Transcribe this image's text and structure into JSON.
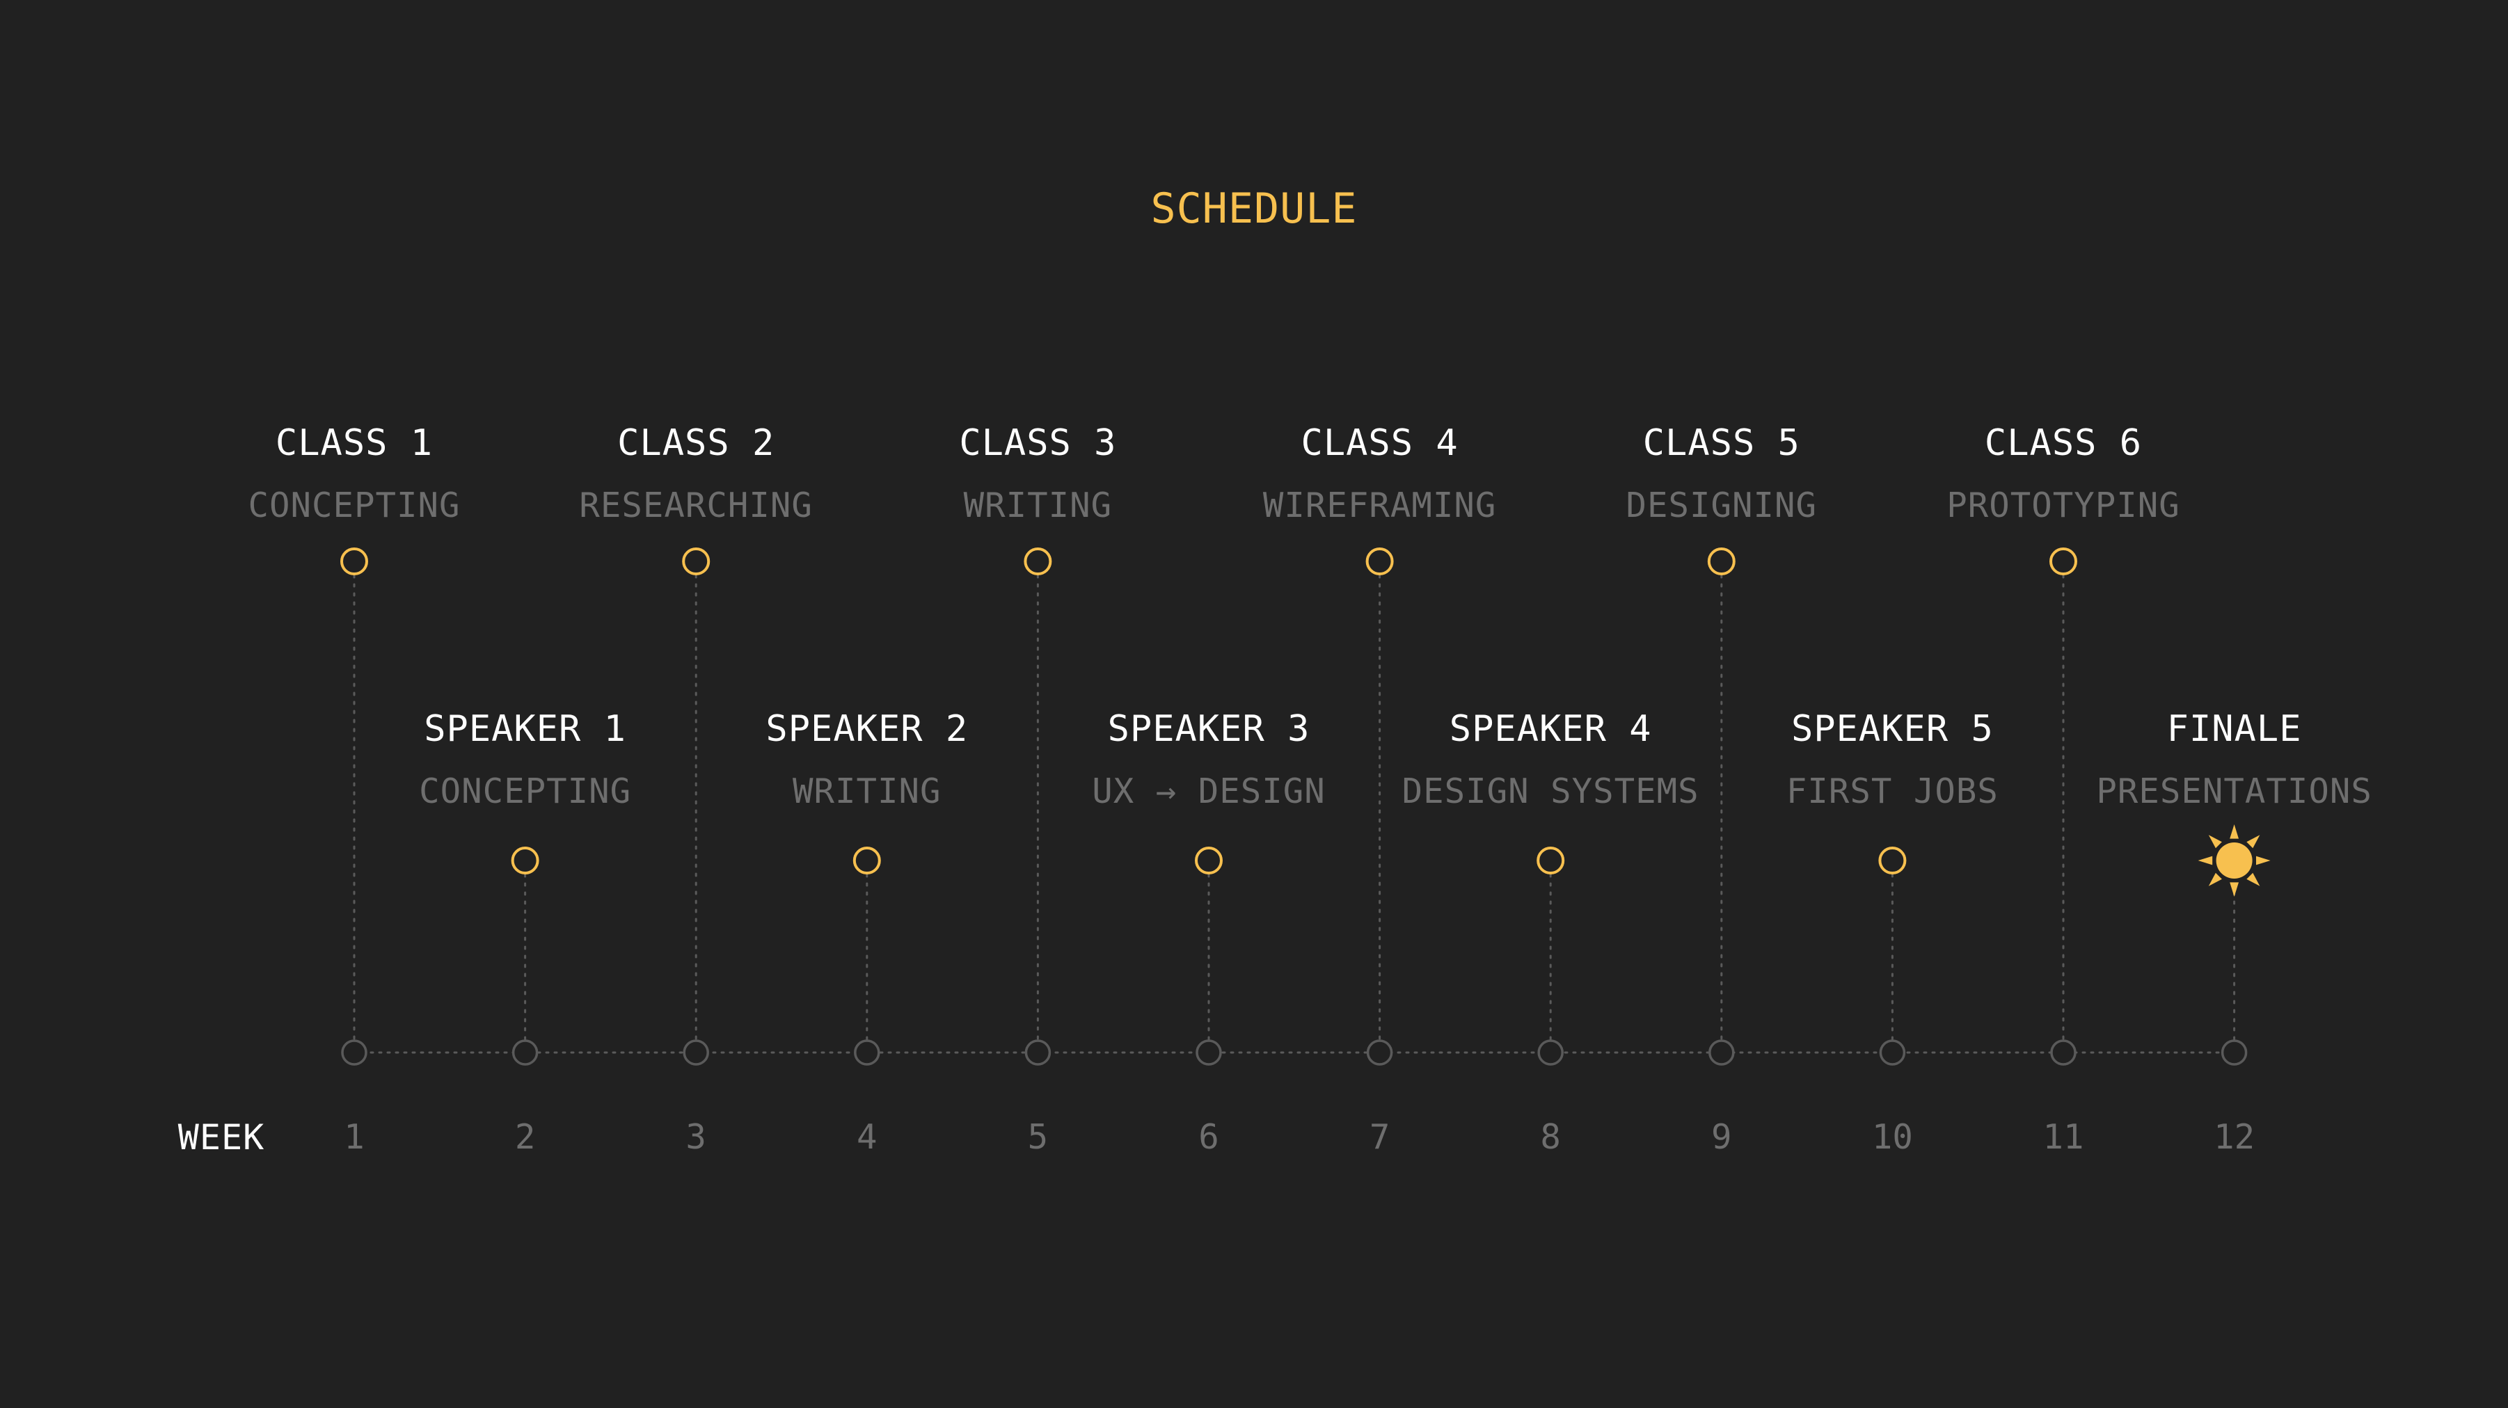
{
  "title": "SCHEDULE",
  "colors": {
    "background": "#212121",
    "accent": "#f7c04f",
    "title_text": "#ffffff",
    "subtitle_text": "#6e6e6e",
    "axis": "#5a5a5a",
    "axis_label": "#6e6e6e",
    "week_label": "#ffffff"
  },
  "axis": {
    "label": "WEEK",
    "weeks": [
      "1",
      "2",
      "3",
      "4",
      "5",
      "6",
      "7",
      "8",
      "9",
      "10",
      "11",
      "12"
    ]
  },
  "events": [
    {
      "week": 1,
      "row": "upper",
      "title": "CLASS 1",
      "subtitle": "CONCEPTING",
      "icon": "circle-icon"
    },
    {
      "week": 2,
      "row": "lower",
      "title": "SPEAKER 1",
      "subtitle": "CONCEPTING",
      "icon": "circle-icon"
    },
    {
      "week": 3,
      "row": "upper",
      "title": "CLASS 2",
      "subtitle": "RESEARCHING",
      "icon": "circle-icon"
    },
    {
      "week": 4,
      "row": "lower",
      "title": "SPEAKER 2",
      "subtitle": "WRITING",
      "icon": "circle-icon"
    },
    {
      "week": 5,
      "row": "upper",
      "title": "CLASS 3",
      "subtitle": "WRITING",
      "icon": "circle-icon"
    },
    {
      "week": 6,
      "row": "lower",
      "title": "SPEAKER 3",
      "subtitle": "UX → DESIGN",
      "icon": "circle-icon"
    },
    {
      "week": 7,
      "row": "upper",
      "title": "CLASS 4",
      "subtitle": "WIREFRAMING",
      "icon": "circle-icon"
    },
    {
      "week": 8,
      "row": "lower",
      "title": "SPEAKER 4",
      "subtitle": "DESIGN SYSTEMS",
      "icon": "circle-icon"
    },
    {
      "week": 9,
      "row": "upper",
      "title": "CLASS 5",
      "subtitle": "DESIGNING",
      "icon": "circle-icon"
    },
    {
      "week": 10,
      "row": "lower",
      "title": "SPEAKER 5",
      "subtitle": "FIRST JOBS",
      "icon": "circle-icon"
    },
    {
      "week": 11,
      "row": "upper",
      "title": "CLASS 6",
      "subtitle": "PROTOTYPING",
      "icon": "circle-icon"
    },
    {
      "week": 12,
      "row": "lower",
      "title": "FINALE",
      "subtitle": "PRESENTATIONS",
      "icon": "sun-icon"
    }
  ]
}
